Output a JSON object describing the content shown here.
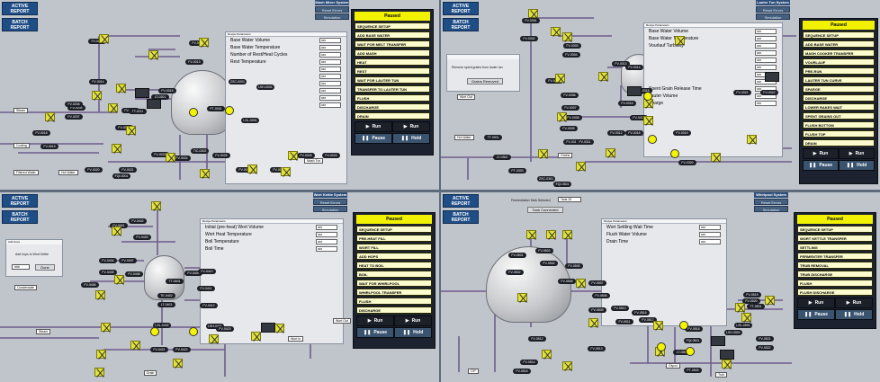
{
  "nav": {
    "active": "ACTIVE REPORT",
    "batch": "BATCH REPORT"
  },
  "common": {
    "reset_errors": "Reset Errors",
    "simulation": "Simulation",
    "paused": "Paused",
    "run": "Run",
    "pause": "Pause",
    "hold": "Hold",
    "params_title": "Recipe Parameters",
    "placeholder_value": "###"
  },
  "q1": {
    "system_title": "Mash Mixer System",
    "steps": [
      "SEQUENCE SETUP",
      "ADD BASE WATER",
      "WAIT FOR MELT TRANSFER",
      "ADD MASH",
      "HEAT",
      "REST",
      "WAIT FOR LAUTER TUN",
      "TRANSFER TO LAUTER TUN",
      "FLUSH",
      "DISCHARGE",
      "DRAIN"
    ],
    "params": [
      "Base Water Volume",
      "Base Water Temperature",
      "Number of Rest/Heat Cycles",
      "Rest Temperature",
      "",
      "",
      "",
      "",
      "",
      ""
    ],
    "tags": [
      "FV-0011",
      "FV-0012",
      "FV-0013",
      "FV-0014",
      "FV-0015",
      "FV-0016",
      "FV-0017",
      "FV-0018",
      "FV-0019",
      "FV-0020",
      "FV-0021",
      "FV-0023",
      "FV-0024",
      "FV-0025",
      "FV-0026",
      "FV-0027",
      "FV-0028",
      "FV-0029",
      "FV-0204",
      "FV-0206",
      "FV-0207",
      "PT-0001",
      "TT-0111",
      "LT-0201",
      "ZSC-0001",
      "LSH-0001",
      "LSL-0001",
      "TIC-0202",
      "FQI-0001"
    ],
    "labels": [
      "Steam",
      "Cooling",
      "Filtered Water",
      "Hot Water",
      "Mash Tun"
    ]
  },
  "q2": {
    "system_title": "Lauter Tun System",
    "steps": [
      "SEQUENCE SETUP",
      "ADD BASE WATER",
      "MASH COOKER TRANSFER",
      "VOURLAUF",
      "PRE-RUN",
      "LAUTER TUN CURVE",
      "SPARGE",
      "DISCHARGE",
      "LOWER RAKES WAIT",
      "SPENT GRAINS OUT",
      "FLUSH BOTTOM",
      "FLUSH TOP",
      "DRAIN"
    ],
    "params": [
      "Base Water Volume",
      "Base Water Temperature",
      "Vourlauf Turbidity",
      "",
      "",
      "",
      "",
      "",
      "Spent Grain Release Time",
      "Lauter Volume",
      "Sparge"
    ],
    "popup_msg": "Remove spent grains from lauter tun",
    "popup_btn": "Grains Removed",
    "tags": [
      "FV-0301",
      "FV-0302",
      "FV-0303",
      "FV-0304",
      "FV-0305",
      "FV-0306",
      "FV-0307",
      "FV-0308",
      "FV-0309",
      "FV-0310",
      "FV-0311",
      "FV-0312",
      "FV-0313",
      "FV-0314",
      "FV-0315",
      "FV-0316",
      "FV-0317",
      "FV-0318",
      "FV-0319",
      "FV-0320",
      "FV-0321",
      "FV-0322",
      "TT-0301",
      "LT-0302",
      "PT-0303",
      "ZSC-0301",
      "FQI-0301"
    ],
    "labels": [
      "Wort Out",
      "Grains",
      "Hot Water"
    ]
  },
  "q3": {
    "system_title": "Wort Kettle System",
    "steps": [
      "SEQUENCE SETUP",
      "PRE-HEAT FILL",
      "WORT FILL",
      "ADD HOPS",
      "HEAT TO BOIL",
      "BOIL",
      "WAIT FOR WHIRLPOOL",
      "WHIRLPOOL TRANSFER",
      "FLUSH",
      "DISCHARGE"
    ],
    "params": [
      "Initial (pre-heat) Wort Volume",
      "Wort Heat Temperature",
      "Boil Temperature",
      "Boil Time"
    ],
    "popup_title": "Add Hops",
    "popup_msg": "Add hops to Wort Kettle",
    "popup_btn": "Done",
    "tags": [
      "FV-0401",
      "FV-0402",
      "FV-0403",
      "FV-0404",
      "FV-0405",
      "FV-0406",
      "FV-0407",
      "FV-0408",
      "FV-0409",
      "FV-0410",
      "FV-0411",
      "FV-0412",
      "TT-0401",
      "TE-0402",
      "LT-0403",
      "LSH-0401",
      "LSL-0402",
      "FV-0421",
      "FV-0422",
      "FV-0423"
    ],
    "labels": [
      "Steam",
      "Condensate",
      "Drain",
      "Wort In",
      "Wort Out"
    ]
  },
  "q4": {
    "system_title": "Whirlpool System",
    "ferm_label": "Fermentation Tank Selected",
    "ferm_value": "Tank 20",
    "ferm_status": "Tank Connected",
    "steps": [
      "SEQUENCE SETUP",
      "WORT KETTLE TRANSFER",
      "SETTLING",
      "FERMENTER TRANSFER",
      "TRUB REMOVAL",
      "TRUB DISCHARGE",
      "FLUSH",
      "FLUSH DISCHARGE"
    ],
    "params": [
      "Wort Settling Wait Time",
      "Flush Water Volume",
      "Drain Time"
    ],
    "tags": [
      "FV-0501",
      "FV-0502",
      "FV-0503",
      "FV-0504",
      "FV-0505",
      "FV-0506",
      "FV-0507",
      "FV-0508",
      "FV-0509",
      "FV-0510",
      "FV-0511",
      "FV-0512",
      "FV-0513",
      "FV-0514",
      "FV-0515",
      "FV-0516",
      "FV-0517",
      "FV-0518",
      "FV-0519",
      "FV-0520",
      "TT-0501",
      "LT-0502",
      "PT-0503",
      "FQI-0501",
      "LSH-0501",
      "LSL-0501",
      "FV-0521",
      "FV-0522"
    ],
    "labels": [
      "Trub",
      "CIP",
      "Glycol"
    ]
  }
}
